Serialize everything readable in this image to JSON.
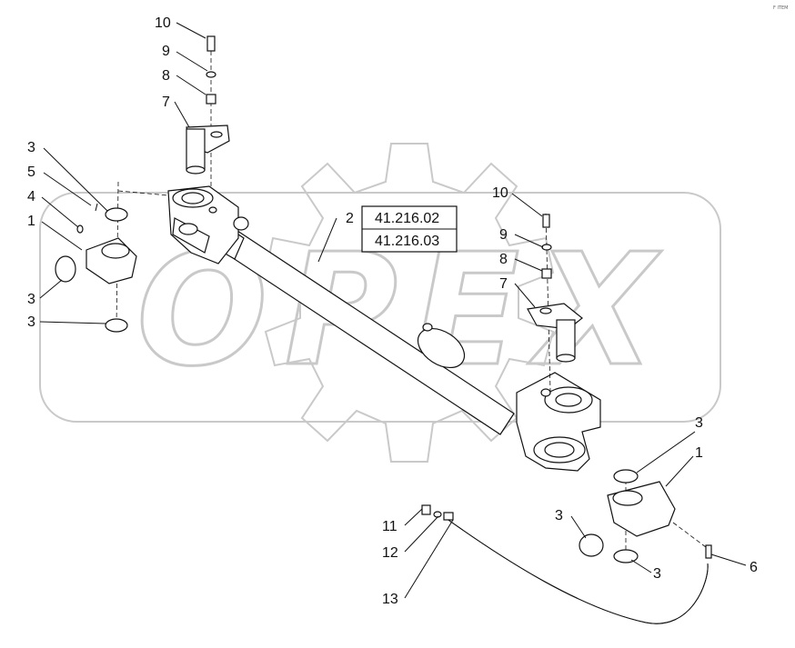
{
  "watermark": {
    "text": "OPEX"
  },
  "corner_mark": "F ITEM",
  "reference_labels": [
    "41.216.02",
    "41.216.03"
  ],
  "callouts": {
    "c10_top": "10",
    "c9_top": "9",
    "c8_top": "8",
    "c7_top": "7",
    "c3_a": "3",
    "c5": "5",
    "c4": "4",
    "c1_left": "1",
    "c3_b": "3",
    "c3_c": "3",
    "c2": "2",
    "c10_right": "10",
    "c9_right": "9",
    "c8_right": "8",
    "c7_right": "7",
    "c3_d": "3",
    "c1_right": "1",
    "c3_e": "3",
    "c3_f": "3",
    "c6": "6",
    "c11": "11",
    "c12": "12",
    "c13": "13"
  }
}
